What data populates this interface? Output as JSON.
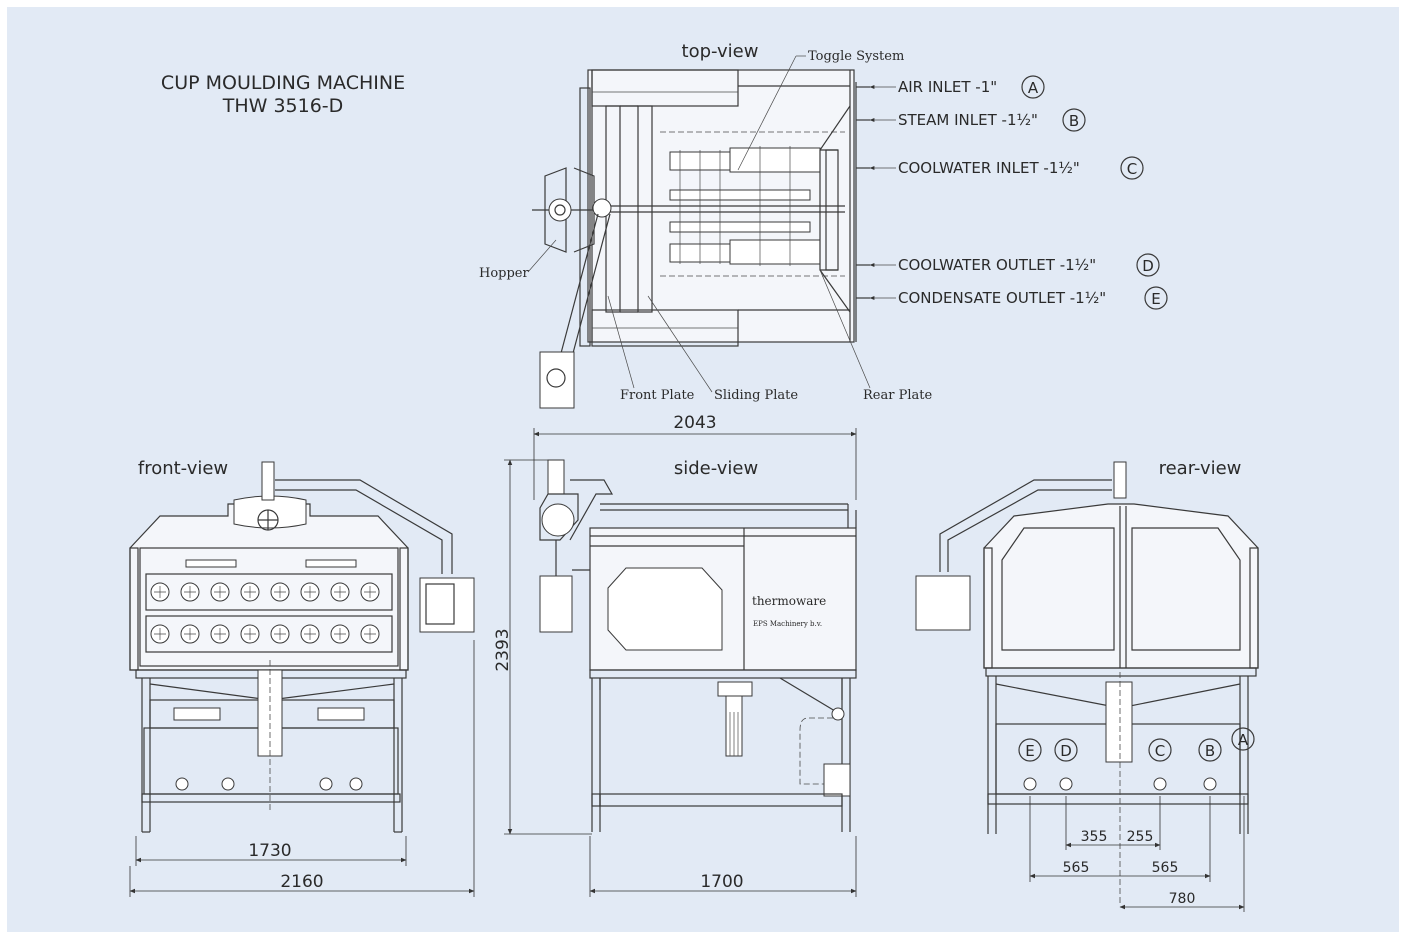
{
  "title": {
    "line1": "CUP MOULDING MACHINE",
    "line2": "THW 3516-D"
  },
  "views": {
    "top": "top-view",
    "front": "front-view",
    "side": "side-view",
    "rear": "rear-view"
  },
  "parts": {
    "toggle_system": "Toggle System",
    "hopper": "Hopper",
    "front_plate": "Front Plate",
    "sliding_plate": "Sliding Plate",
    "rear_plate": "Rear Plate"
  },
  "connections": [
    {
      "label": "AIR INLET -1\"",
      "code": "A"
    },
    {
      "label": "STEAM INLET -1½\"",
      "code": "B"
    },
    {
      "label": "COOLWATER INLET -1½\"",
      "code": "C"
    },
    {
      "label": "COOLWATER OUTLET -1½\"",
      "code": "D"
    },
    {
      "label": "CONDENSATE OUTLET -1½\"",
      "code": "E"
    }
  ],
  "dimensions": {
    "top_width": "2043",
    "side_height": "2393",
    "front_inner": "1730",
    "front_total": "2160",
    "side_depth": "1700",
    "rear_d1": "355",
    "rear_d2": "255",
    "rear_d3": "565",
    "rear_d4": "565",
    "rear_d5": "780"
  },
  "rear_codes": [
    "E",
    "D",
    "C",
    "B",
    "A"
  ],
  "brand": {
    "name": "thermoware",
    "sub": "EPS Machinery b.v."
  },
  "colors": {
    "background": "#e2eaf5",
    "line": "#3a3a3a"
  }
}
